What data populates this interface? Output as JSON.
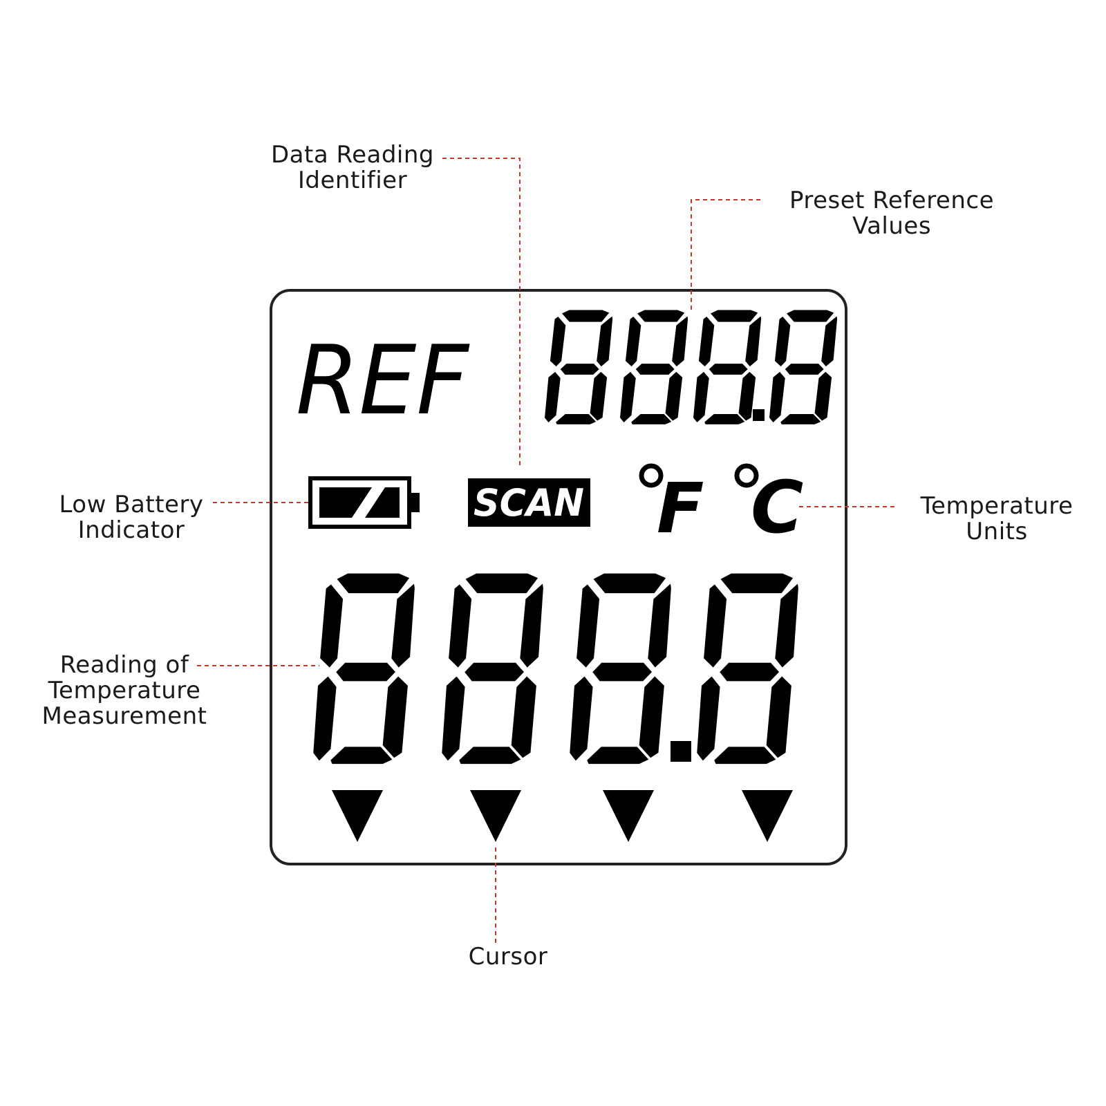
{
  "lcd": {
    "ref_label": "REF",
    "scan_label": "SCAN",
    "unit_f": "°F",
    "unit_c": "°C",
    "unit_f_letter": "F",
    "unit_c_letter": "C",
    "top_display_value": "888.8",
    "main_display_value": "888.8",
    "cursor_count": 4,
    "battery_icon": "battery-low-icon",
    "cursor_icon": "down-triangle-icon"
  },
  "callouts": {
    "data_reading_identifier": [
      "Data Reading",
      "Identifier"
    ],
    "preset_reference_values": [
      "Preset Reference",
      "Values"
    ],
    "low_battery_indicator": [
      "Low Battery",
      "Indicator"
    ],
    "temperature_units": [
      "Temperature",
      "Units"
    ],
    "reading_of_temperature": [
      "Reading of",
      "Temperature",
      "Measurement"
    ],
    "cursor": [
      "Cursor"
    ]
  },
  "colors": {
    "leader_line": "#c0392b",
    "lcd_segment": "#000000",
    "background": "#ffffff"
  }
}
